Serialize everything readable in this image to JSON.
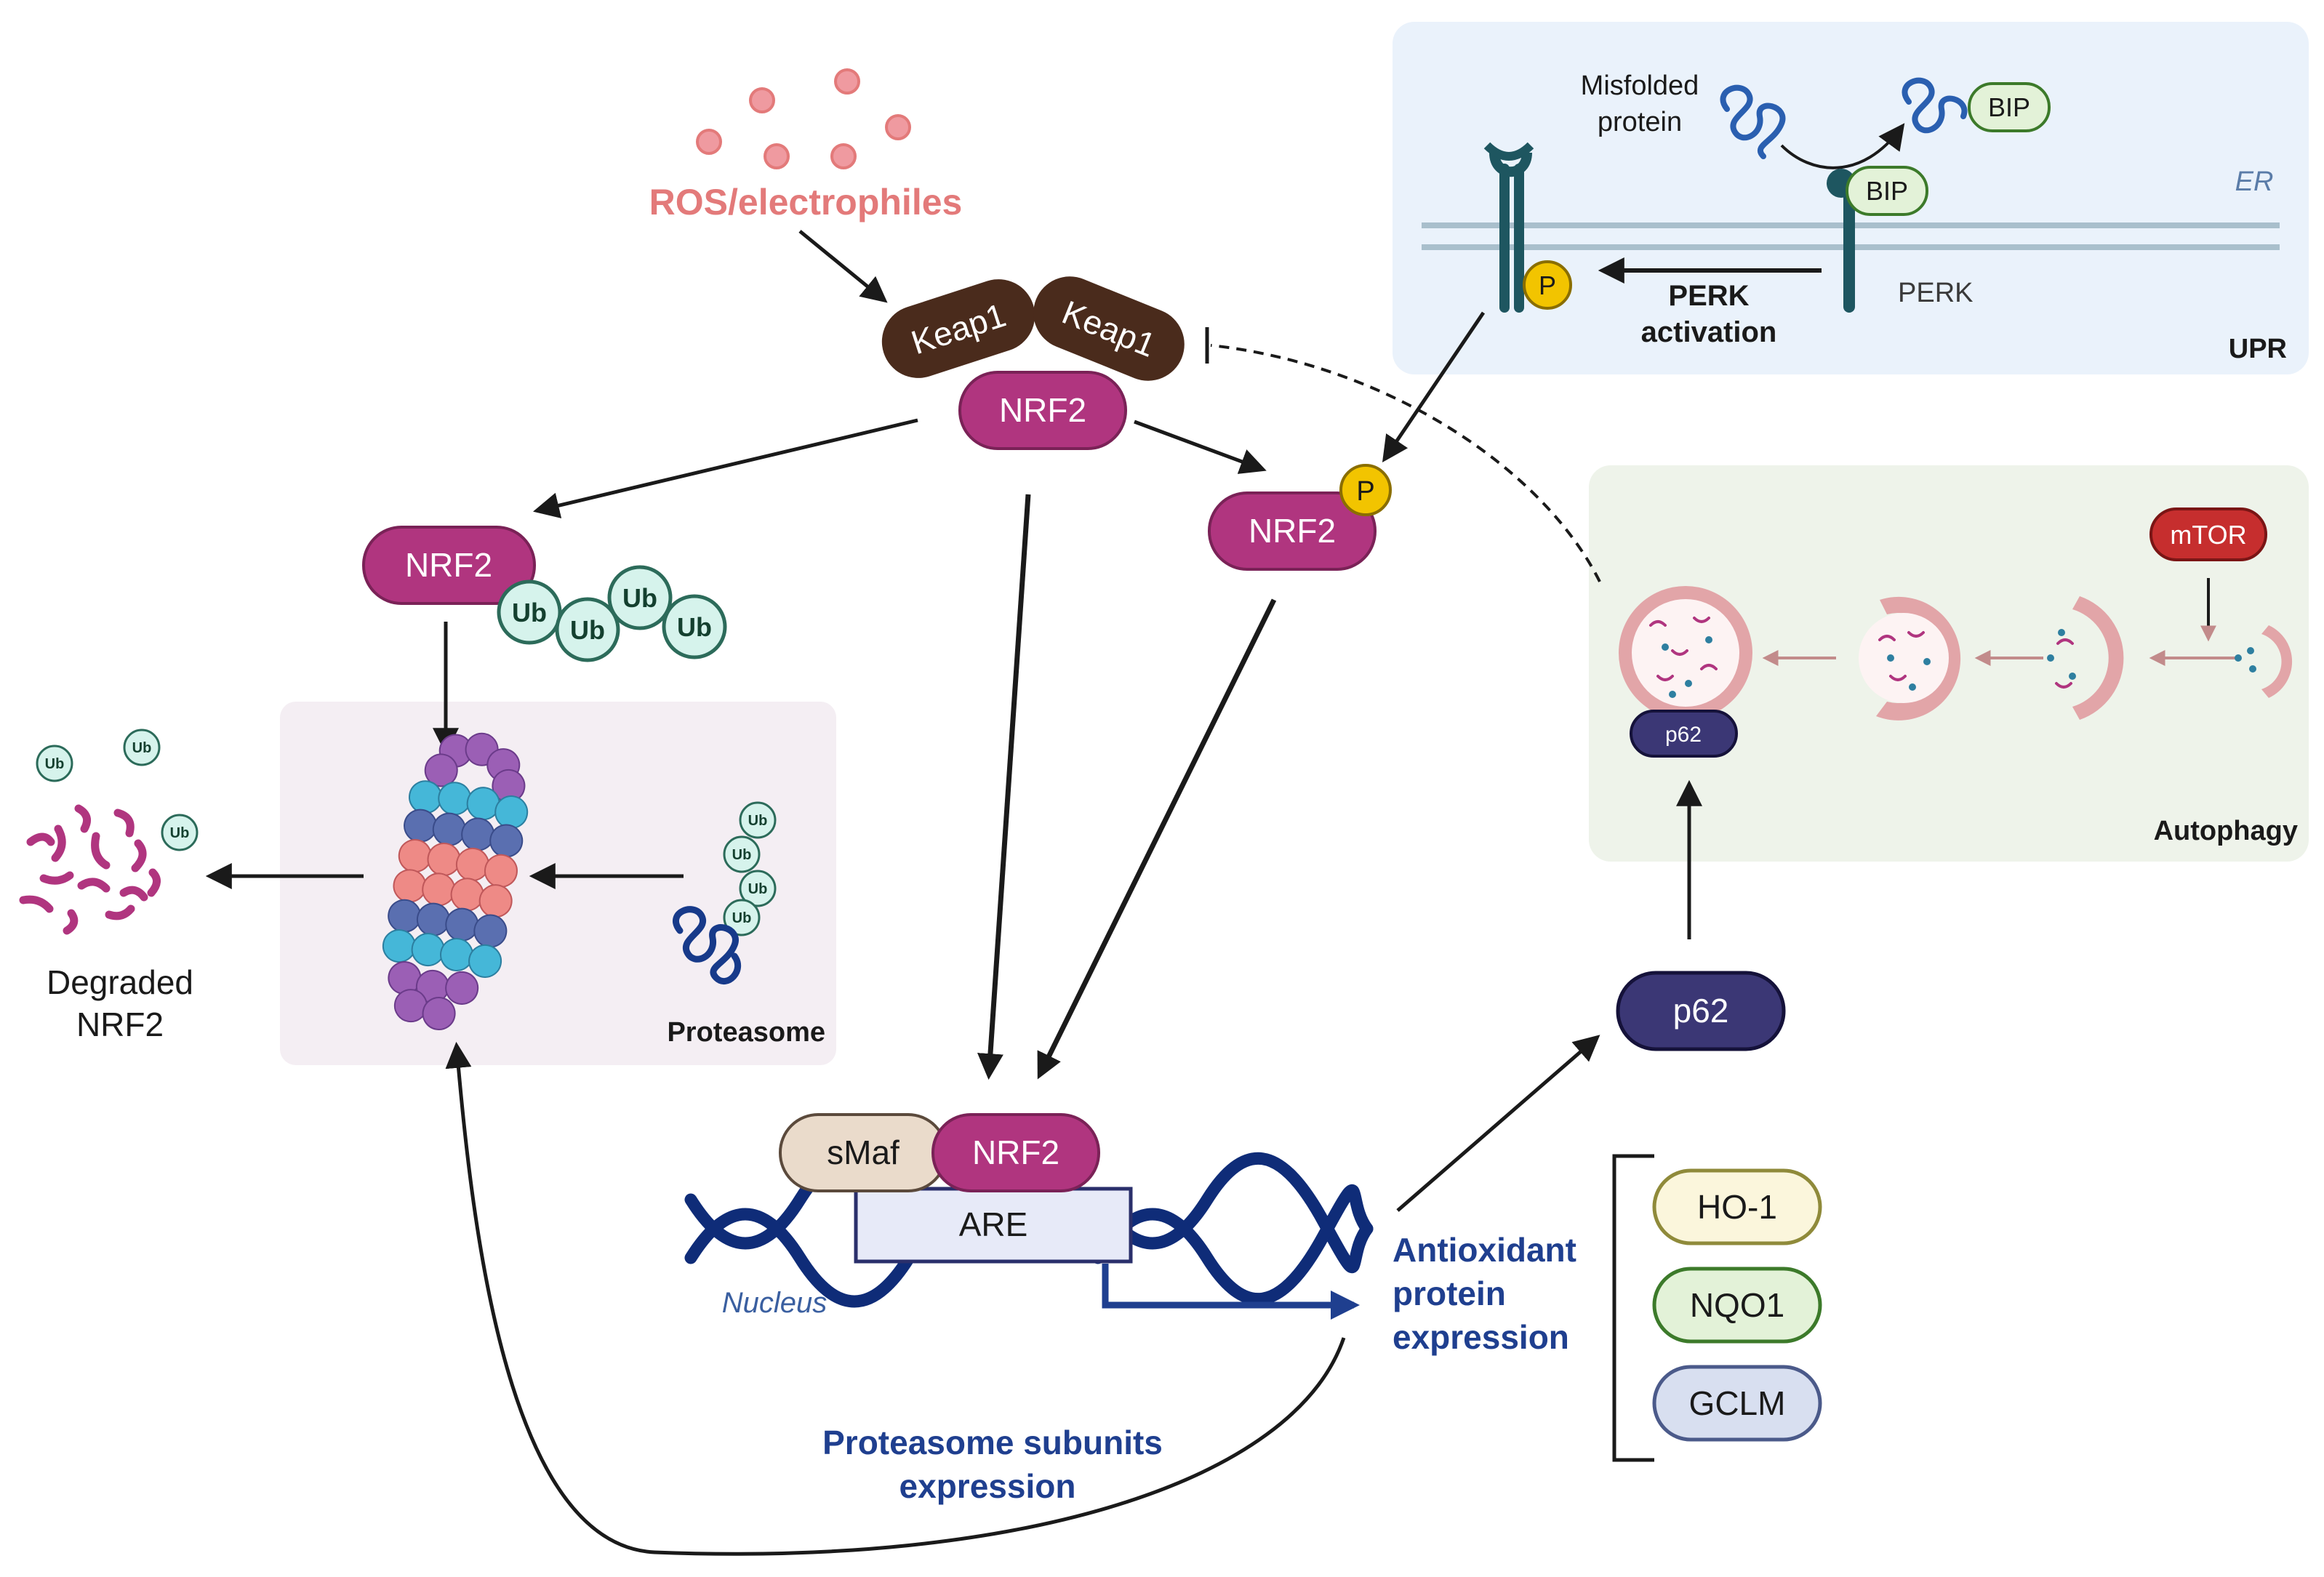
{
  "ros": {
    "label": "ROS/electrophiles"
  },
  "keap1": {
    "left": "Keap1",
    "right": "Keap1"
  },
  "nrf2": {
    "cytoplasm": "NRF2",
    "ubiquitinated": "NRF2",
    "phosphorylated": "NRF2",
    "nuclear": "NRF2"
  },
  "ub": {
    "label": "Ub"
  },
  "phospho": {
    "label": "P"
  },
  "proteasome": {
    "label": "Proteasome"
  },
  "degraded": {
    "line1": "Degraded",
    "line2": "NRF2"
  },
  "nucleus": {
    "label": "Nucleus",
    "smaf": "sMaf",
    "are": "ARE"
  },
  "antioxidant": {
    "line1": "Antioxidant",
    "line2": "protein",
    "line3": "expression"
  },
  "targets": [
    "HO-1",
    "NQO1",
    "GCLM"
  ],
  "p62": {
    "large": "p62",
    "small": "p62"
  },
  "proteasome_subunits": {
    "line1": "Proteasome subunits",
    "line2": "expression"
  },
  "upr": {
    "title": "UPR",
    "er": "ER",
    "misfolded_line1": "Misfolded",
    "misfolded_line2": "protein",
    "bip_free": "BIP",
    "bip_bound": "BIP",
    "perk": "PERK",
    "perk_activation_line1": "PERK",
    "perk_activation_line2": "activation"
  },
  "autophagy": {
    "title": "Autophagy",
    "mtor": "mTOR"
  },
  "colors": {
    "nrf2": "#b0357f",
    "keap1": "#4a2b1c",
    "ros": "#e37a7a",
    "ub_fill": "#d6f3ec",
    "p62": "#3b3775",
    "phospho": "#f2c400",
    "upr_bg": "#eaf2fb",
    "autophagy_bg": "#eef3ea",
    "proteasome_bg": "#f4eef3",
    "dark_blue": "#1f3f8f",
    "dna": "#0f2c78",
    "mtor": "#c62e2e",
    "perk": "#1e5660"
  }
}
